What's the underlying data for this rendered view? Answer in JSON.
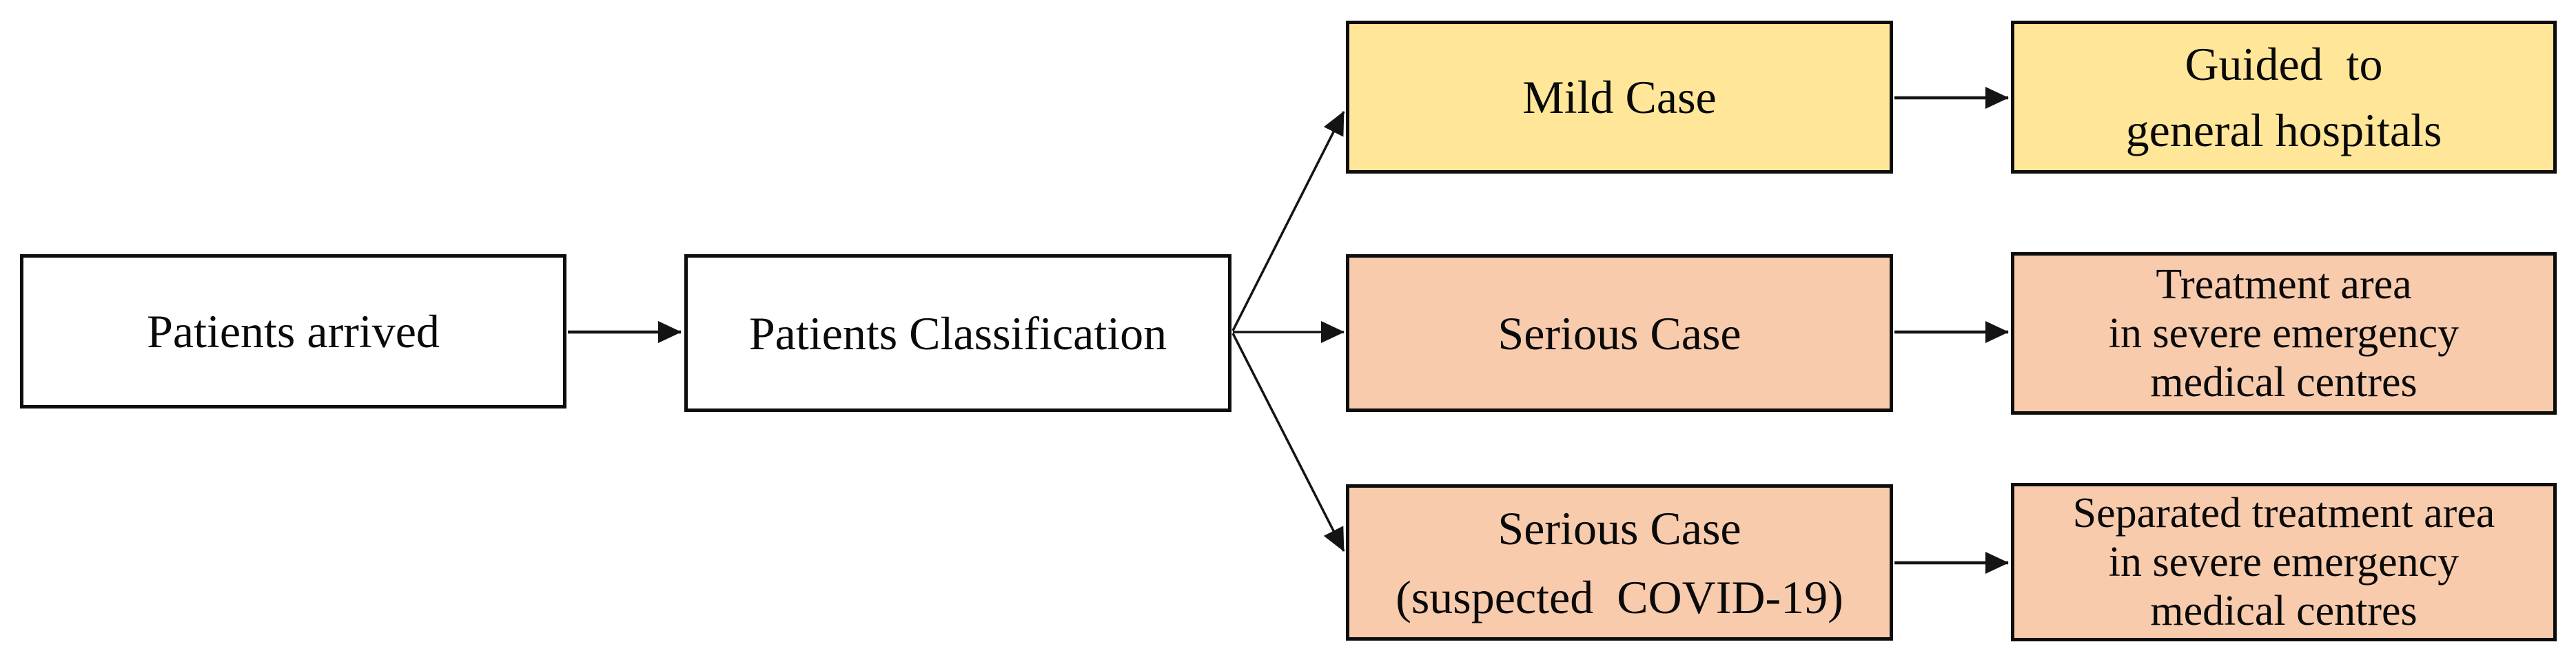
{
  "figure": {
    "type": "flowchart",
    "background_color": "#ffffff",
    "box_border_color": "#0d0d0d",
    "arrow_color": "#141414",
    "colors": {
      "plain_fill": "#ffffff",
      "mild_fill": "#ffe699",
      "serious_fill": "#f8cbad"
    },
    "nodes": [
      {
        "id": "patients-arrived",
        "fill": "#ffffff",
        "lines": [
          "Patients arrived"
        ]
      },
      {
        "id": "patients-classification",
        "fill": "#ffffff",
        "lines": [
          "Patients Classification"
        ]
      },
      {
        "id": "mild-case",
        "fill": "#ffe699",
        "lines": [
          "Mild Case"
        ]
      },
      {
        "id": "guided-to-general-hospitals",
        "fill": "#ffe699",
        "lines": [
          "Guided  to",
          "general hospitals"
        ]
      },
      {
        "id": "serious-case",
        "fill": "#f8cbad",
        "lines": [
          "Serious Case"
        ]
      },
      {
        "id": "treatment-area",
        "fill": "#f8cbad",
        "lines": [
          "Treatment area",
          "in severe emergency",
          "medical centres"
        ]
      },
      {
        "id": "serious-case-suspected-covid-19",
        "fill": "#f8cbad",
        "lines": [
          "Serious Case",
          "(suspected  COVID-19)"
        ]
      },
      {
        "id": "separated-treatment-area",
        "fill": "#f8cbad",
        "lines": [
          "Separated treatment area",
          "in severe emergency",
          "medical centres"
        ]
      }
    ],
    "edges": [
      {
        "from": "patients-arrived",
        "to": "patients-classification"
      },
      {
        "from": "patients-classification",
        "to": "mild-case"
      },
      {
        "from": "patients-classification",
        "to": "serious-case"
      },
      {
        "from": "patients-classification",
        "to": "serious-case-suspected-covid-19"
      },
      {
        "from": "mild-case",
        "to": "guided-to-general-hospitals"
      },
      {
        "from": "serious-case",
        "to": "treatment-area"
      },
      {
        "from": "serious-case-suspected-covid-19",
        "to": "separated-treatment-area"
      }
    ]
  }
}
